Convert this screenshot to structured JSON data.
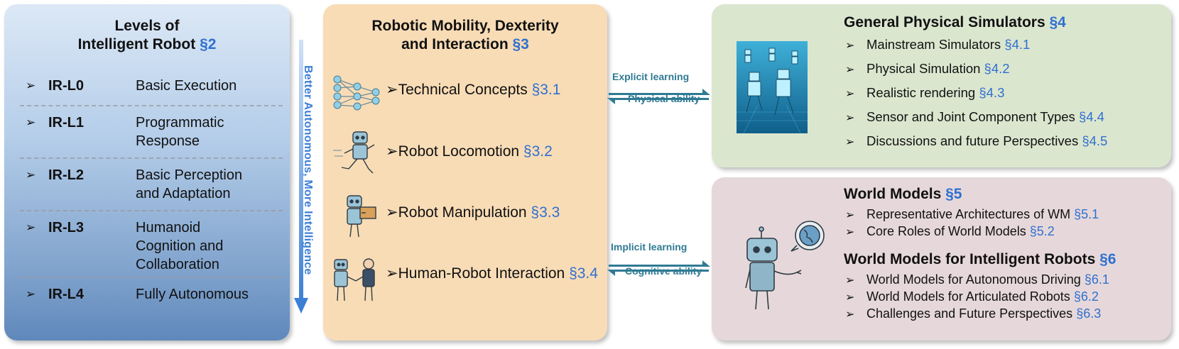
{
  "levels_panel": {
    "title_line1": "Levels of",
    "title_line2": "Intelligent Robot",
    "title_sec": "§2",
    "items": [
      {
        "code": "IR-L0",
        "desc": "Basic Execution"
      },
      {
        "code": "IR-L1",
        "desc": "Programmatic Response"
      },
      {
        "code": "IR-L2",
        "desc": "Basic Perception and Adaptation"
      },
      {
        "code": "IR-L3",
        "desc": "Humanoid Cognition and Collaboration"
      },
      {
        "code": "IR-L4",
        "desc": "Fully Autonomous"
      }
    ]
  },
  "vertical_arrow_text": "Better Autonomous, More Intelligence",
  "mobility_panel": {
    "title_line1": "Robotic Mobility, Dexterity",
    "title_line2": "and Interaction",
    "title_sec": "§3",
    "items": [
      {
        "label": "Technical Concepts",
        "sec": "§3.1",
        "icon": "neural-network-icon"
      },
      {
        "label": "Robot Locomotion",
        "sec": "§3.2",
        "icon": "running-robot-icon"
      },
      {
        "label": "Robot Manipulation",
        "sec": "§3.3",
        "icon": "robot-carrying-box-icon"
      },
      {
        "label": "Human-Robot Interaction",
        "sec": "§3.4",
        "icon": "robot-human-handshake-icon"
      }
    ]
  },
  "connectors": {
    "top": {
      "upper": "Explicit learning",
      "lower": "Physical ability"
    },
    "bottom": {
      "upper": "Implicit learning",
      "lower": "Cognitive ability"
    }
  },
  "simulators_panel": {
    "title": "General Physical Simulators",
    "title_sec": "§4",
    "image": "walking-robots-simulation-image",
    "items": [
      {
        "label": "Mainstream Simulators",
        "sec": "§4.1"
      },
      {
        "label": "Physical Simulation",
        "sec": "§4.2"
      },
      {
        "label": "Realistic rendering",
        "sec": "§4.3"
      },
      {
        "label": "Sensor and Joint Component Types",
        "sec": "§4.4"
      },
      {
        "label": "Discussions and future Perspectives",
        "sec": "§4.5"
      }
    ]
  },
  "world_models_panel": {
    "title": "World Models",
    "title_sec": "§5",
    "image": "robot-with-globe-thought-image",
    "items": [
      {
        "label": "Representative Architectures of WM",
        "sec": "§5.1"
      },
      {
        "label": "Core Roles of World Models ",
        "sec": "§5.2"
      }
    ],
    "title2": "World Models for Intelligent Robots",
    "title2_sec": "§6",
    "items2": [
      {
        "label": "World Models for Autonomous Driving",
        "sec": "§6.1"
      },
      {
        "label": "World Models for Articulated Robots",
        "sec": "§6.2"
      },
      {
        "label": "Challenges and Future Perspectives",
        "sec": "§6.3"
      }
    ]
  },
  "bullet_glyph": "➢",
  "colors": {
    "accent_blue": "#2f6fd0",
    "connector_teal": "#2f7a93",
    "arrow_blue": "#3c7fd6"
  }
}
